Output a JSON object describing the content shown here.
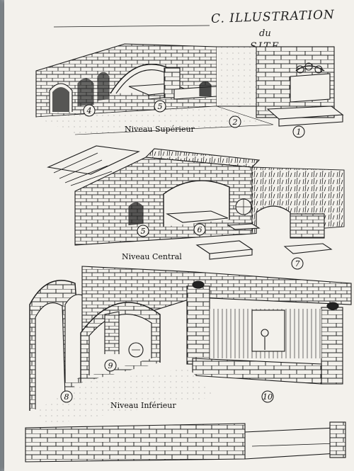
{
  "title": {
    "line1": "C. ILLUSTRATION",
    "line2": "du",
    "line3": "SITE"
  },
  "levels": [
    {
      "label": "Niveau Supérieur"
    },
    {
      "label": "Niveau Central"
    },
    {
      "label": "Niveau Inférieur"
    }
  ],
  "markers": [
    "4",
    "5",
    "2",
    "1",
    "5",
    "6",
    "7",
    "8",
    "9",
    "10"
  ]
}
